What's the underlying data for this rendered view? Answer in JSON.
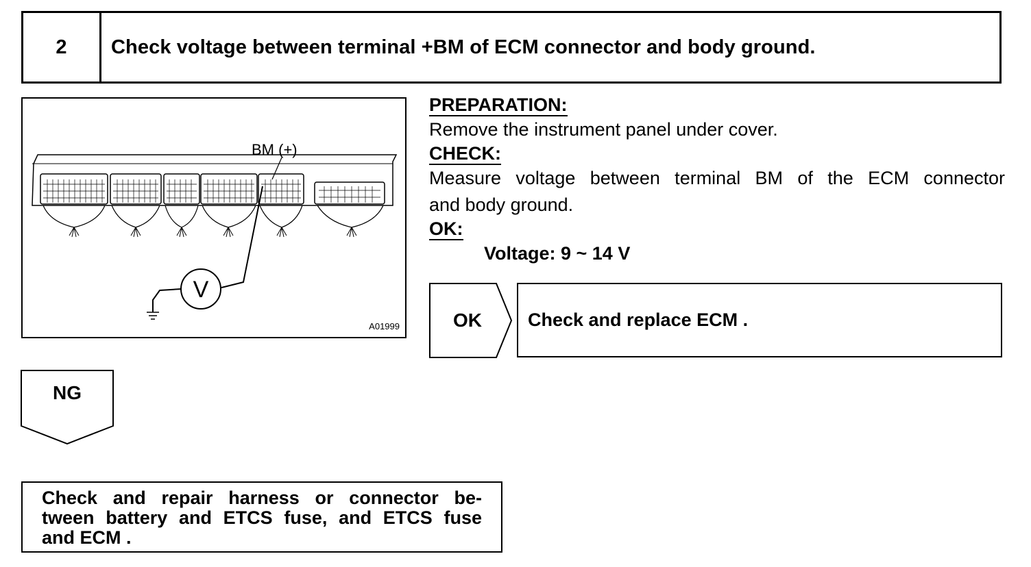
{
  "step": {
    "number": "2",
    "title": "Check voltage between terminal +BM of ECM connector and body ground."
  },
  "figure": {
    "terminal_label": "BM (+)",
    "figure_id": "A01999",
    "meter_symbol": "V"
  },
  "instructions": {
    "preparation_heading": "PREPARATION:",
    "preparation_text": "Remove the instrument panel under cover.",
    "check_heading": "CHECK:",
    "check_text_line1": "Measure voltage between terminal BM of the ECM connector",
    "check_text_line2": "and body ground.",
    "ok_heading": "OK:",
    "ok_spec": "Voltage: 9 ~ 14 V"
  },
  "ok_branch": {
    "label": "OK",
    "action": "Check and replace ECM  ."
  },
  "ng_branch": {
    "label": "NG",
    "action_line1": "Check and repair harness or connector be-",
    "action_line2": "tween battery and ETCS fuse, and ETCS fuse",
    "action_line3": "and ECM  ."
  }
}
